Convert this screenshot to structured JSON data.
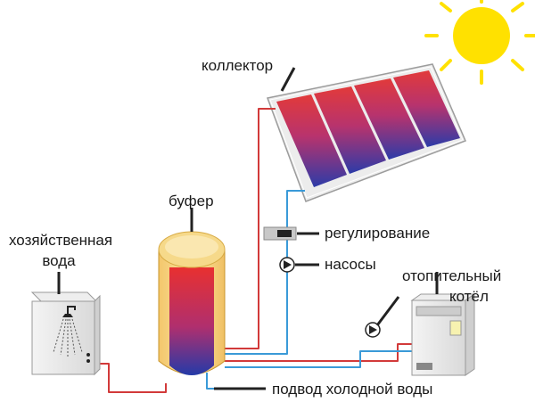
{
  "labels": {
    "collector": "коллектор",
    "buffer": "буфер",
    "domestic_water_line1": "хозяйственная",
    "domestic_water_line2": "вода",
    "regulation": "регулирование",
    "pumps": "насосы",
    "boiler_line1": "отопительный",
    "boiler_line2": "котёл",
    "cold_water_supply": "подвод холодной воды"
  },
  "colors": {
    "hot_pipe": "#d23a3a",
    "cold_pipe": "#3a9ad8",
    "sun": "#ffe100",
    "tank_cap": "#f6d98a",
    "panel_frame": "#e8e8e8"
  }
}
